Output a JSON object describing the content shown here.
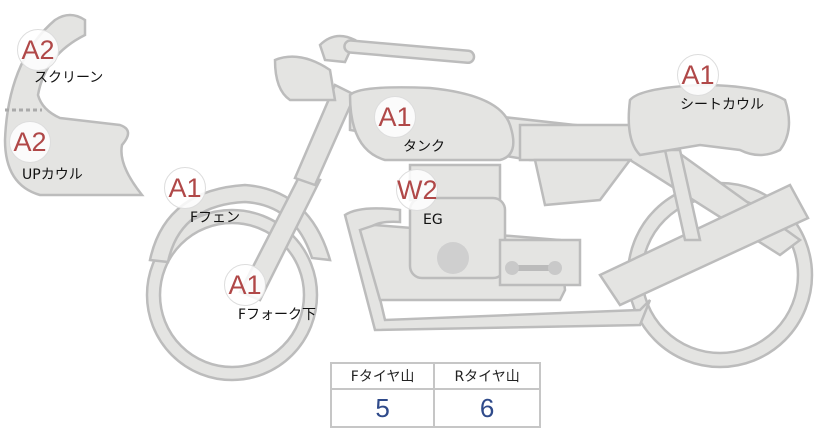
{
  "parts": [
    {
      "id": "screen",
      "grade": "A2",
      "label": "スクリーン"
    },
    {
      "id": "up-cowl",
      "grade": "A2",
      "label": "UPカウル"
    },
    {
      "id": "front-fender",
      "grade": "A1",
      "label": "Fフェン"
    },
    {
      "id": "front-fork-lower",
      "grade": "A1",
      "label": "Fフォーク下"
    },
    {
      "id": "tank",
      "grade": "A1",
      "label": "タンク"
    },
    {
      "id": "engine",
      "grade": "W2",
      "label": "EG"
    },
    {
      "id": "seat-cowl",
      "grade": "A1",
      "label": "シートカウル"
    }
  ],
  "tire_table": {
    "headers": [
      "Fタイヤ山",
      "Rタイヤ山"
    ],
    "values": [
      "5",
      "6"
    ]
  },
  "colors": {
    "grade_text": "#b04848",
    "value_text": "#2f4a8a"
  }
}
